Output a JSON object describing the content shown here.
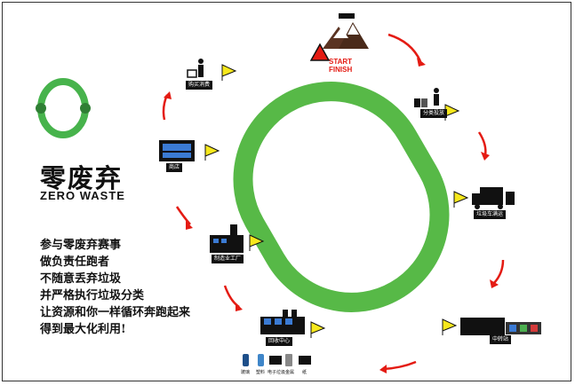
{
  "logo": {
    "title": "零废弃",
    "subtitle": "ZERO WASTE",
    "brand_color": "#47b34c",
    "dark_color": "#2f7f34"
  },
  "slogan": [
    "参与零废弃赛事",
    "做负责任跑者",
    "不随意丢弃垃圾",
    "并严格执行垃圾分类",
    "让资源和你一样循环奔跑起来",
    "得到最大化利用!"
  ],
  "start": {
    "line1": "START",
    "line2": "FINISH",
    "color": "#e41b13"
  },
  "stations": [
    {
      "id": "shopping",
      "label": "购买消费"
    },
    {
      "id": "sorting",
      "label": "分类投放"
    },
    {
      "id": "truck",
      "label": "垃圾车满运"
    },
    {
      "id": "transfer",
      "label": "中转站"
    },
    {
      "id": "recycle_center",
      "label": "回收中心"
    },
    {
      "id": "factory",
      "label": "制造业工厂"
    },
    {
      "id": "store",
      "label": "商店"
    }
  ],
  "recyclables": [
    "玻璃",
    "塑料",
    "电子垃圾",
    "金属",
    "纸"
  ],
  "colors": {
    "track": "#57b947",
    "arrow": "#e41b13",
    "flag": "#f7e81c"
  }
}
